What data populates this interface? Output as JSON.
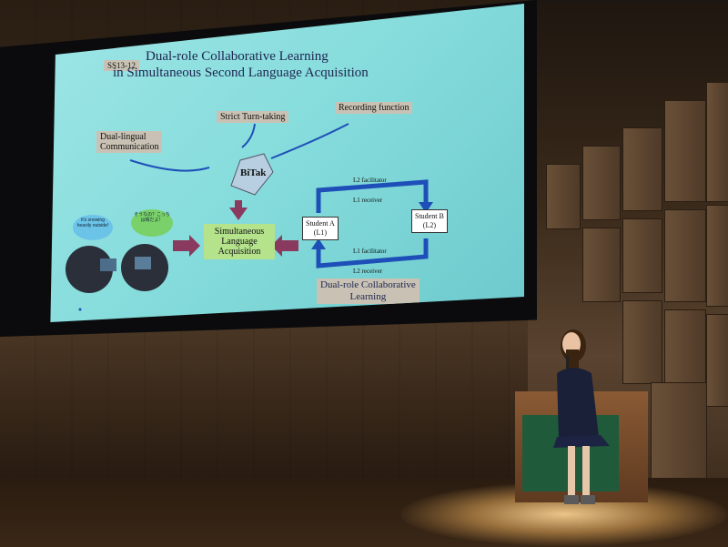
{
  "slide": {
    "id": "SS13-12",
    "title_line1": "Dual-role Collaborative Learning",
    "title_line2": "in Simultaneous Second Language Acquisition",
    "dual_lingual": "Dual-lingual\nCommunication",
    "strict": "Strict Turn-taking",
    "recording": "Recording function",
    "bitak": "BiTak",
    "sla": "Simultaneous\nLanguage\nAcquisition",
    "student_a": "Student A\n(L1)",
    "student_b": "Student B\n(L2)",
    "l2_facilitator": "L2 facilitator",
    "l1_receiver": "L1 receiver",
    "l1_facilitator": "L1 facilitator",
    "l2_receiver": "L2 receiver",
    "bubble1": "It's snowing heavily outside!",
    "bubble2": "そうなの？こっちは晴だよ！",
    "dual_role": "Dual-role Collaborative\nLearning"
  },
  "colors": {
    "slide_bg": "#86dcdc",
    "title": "#1d2550",
    "arrow_blue": "#1e4fb8",
    "arrow_purple": "#8a3a5e",
    "box_green": "#b4e38c",
    "box_grey": "#c9c2b4"
  }
}
